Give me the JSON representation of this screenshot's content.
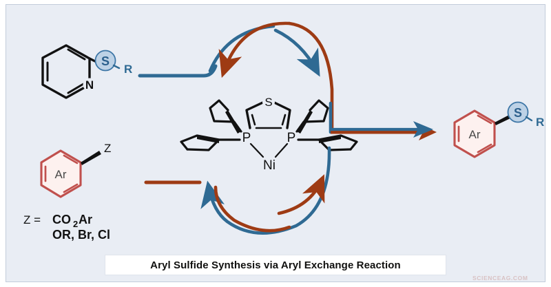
{
  "figure": {
    "kind": "reaction-scheme",
    "caption": "Aryl Sulfide Synthesis via Aryl Exchange Reaction",
    "watermark": "SCIENCEAG.COM",
    "background_color": "#e9edf4",
    "frame_border_color": "#c3ccda",
    "page_background": "#ffffff"
  },
  "palette": {
    "blue": "#2f6a93",
    "blue_dark": "#245a80",
    "red": "#9e3b14",
    "red_dark": "#8c3411",
    "black": "#121212",
    "sulfur_circle_fill": "#bdd2e6",
    "sulfur_circle_stroke": "#3d76a6",
    "sulfur_text": "#2b5f8c",
    "aryl_ring_stroke": "#c0504d",
    "aryl_ring_fill": "#fdf1ef",
    "aryl_text": "#4a4a4a"
  },
  "reactants": {
    "top_left": {
      "name": "2-pyridyl sulfide",
      "ring_label": "N",
      "sulfur_label": "S",
      "substituent_label": "R"
    },
    "bottom_left": {
      "name": "aryl electrophile",
      "ring_label": "Ar",
      "substituent_label": "Z"
    },
    "z_definition": {
      "prefix": "Z =",
      "line1_main": "CO",
      "line1_sub": "2",
      "line1_tail": "Ar",
      "line2": "OR, Br, Cl"
    }
  },
  "catalyst": {
    "name": "nickel bisphosphine complex",
    "metal_label": "Ni",
    "phosphorus_left_label": "P",
    "phosphorus_right_label": "P",
    "backbone_sulfur_label": "S",
    "backbone": "thiophene",
    "phosphine_substituent": "cyclohexyl"
  },
  "product": {
    "name": "aryl sulfide",
    "ring_label": "Ar",
    "sulfur_label": "S",
    "substituent_label": "R"
  },
  "arrows": {
    "blue_cycle_name": "sulfide-transfer-cycle",
    "red_cycle_name": "aryl-transfer-cycle",
    "product_arrow_name": "product-arrow"
  }
}
